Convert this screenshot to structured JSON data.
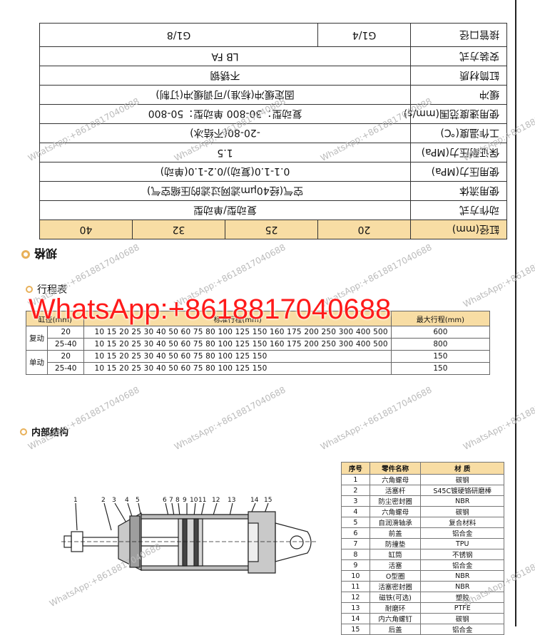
{
  "spec": {
    "rows": [
      {
        "label": "缸径(mm)",
        "cells": [
          "20",
          "25",
          "32",
          "40"
        ],
        "highlight": true
      },
      {
        "label": "动作方式",
        "cells": [
          "复动型/单动型"
        ]
      },
      {
        "label": "使用流体",
        "cells": [
          "空气(经40μm滤网过滤的压缩空气)"
        ]
      },
      {
        "label": "使用压力(MPa)",
        "cells": [
          "0.1-1.0(复动)/0.2-1.0(单动)"
        ]
      },
      {
        "label": "保证耐压力(MPa)",
        "cells": [
          "1.5"
        ]
      },
      {
        "label": "工作温度(℃)",
        "cells": [
          "-20-80(不结冰)"
        ]
      },
      {
        "label": "使用速度范围(mm/s)",
        "cells": [
          "复动型：30-800    单动型：50-800"
        ]
      },
      {
        "label": "缓冲",
        "cells": [
          "固定缓冲(标准)/可调缓冲(订制)"
        ]
      },
      {
        "label": "缸筒材质",
        "cells": [
          "不锈钢"
        ]
      },
      {
        "label": "安装方式",
        "cells": [
          "LB FA"
        ]
      },
      {
        "label": "接管口径",
        "cells": [
          "G1/8",
          "G1/4"
        ]
      }
    ]
  },
  "section_main": {
    "title": "规格"
  },
  "stroke_section": {
    "title": "行程表",
    "headers": [
      "缸径(mm)",
      "标准行程(mm)",
      "最大行程(mm)"
    ],
    "rows": [
      {
        "type": "复动",
        "bore": "20",
        "strokes": "10  15  20  25  30  40  50  60  75  80  100  125  150  160  175  200  250  300  400  500",
        "max": "600"
      },
      {
        "type": "",
        "bore": "25-40",
        "strokes": "10  15  20  25  30  40  50  60  75  80  100  125  150  160  175  200  250  300  400  500",
        "max": "800"
      },
      {
        "type": "单动",
        "bore": "20",
        "strokes": "10  15  20  25  30  40  50  60  75  80  100  125  150",
        "max": "150"
      },
      {
        "type": "",
        "bore": "25-40",
        "strokes": "10  15  20  25  30  40  50  60  75  80  100  125  150",
        "max": "150"
      }
    ]
  },
  "structure_section": {
    "title": "内部结构"
  },
  "parts": {
    "headers": [
      "序号",
      "零件名称",
      "材 质"
    ],
    "rows": [
      [
        "1",
        "六角螺母",
        "碳钢"
      ],
      [
        "2",
        "活塞杆",
        "S45C镀硬铬研磨棒"
      ],
      [
        "3",
        "防尘密封圈",
        "NBR"
      ],
      [
        "4",
        "六角螺母",
        "碳钢"
      ],
      [
        "5",
        "自润滑轴承",
        "复合材料"
      ],
      [
        "6",
        "前盖",
        "铝合金"
      ],
      [
        "7",
        "防撞垫",
        "TPU"
      ],
      [
        "8",
        "缸筒",
        "不锈钢"
      ],
      [
        "9",
        "活塞",
        "铝合金"
      ],
      [
        "10",
        "O型圈",
        "NBR"
      ],
      [
        "11",
        "活塞密封圈",
        "NBR"
      ],
      [
        "12",
        "磁铁(可选)",
        "塑胶"
      ],
      [
        "13",
        "耐磨环",
        "PTFE"
      ],
      [
        "14",
        "内六角螺钉",
        "碳钢"
      ],
      [
        "15",
        "后盖",
        "铝合金"
      ]
    ]
  },
  "drawing_labels": [
    "1",
    "2",
    "3",
    "4",
    "5",
    "6",
    "7",
    "8",
    "9",
    "10",
    "11",
    "12",
    "13",
    "14",
    "15"
  ],
  "watermark": {
    "big": "WhatsApp:+8618817040688",
    "small": "WhatsApp:+8618817040688"
  },
  "colors": {
    "highlight": "#f8dda4",
    "accent": "#e8b15a",
    "watermark": "#ff1a1a"
  }
}
